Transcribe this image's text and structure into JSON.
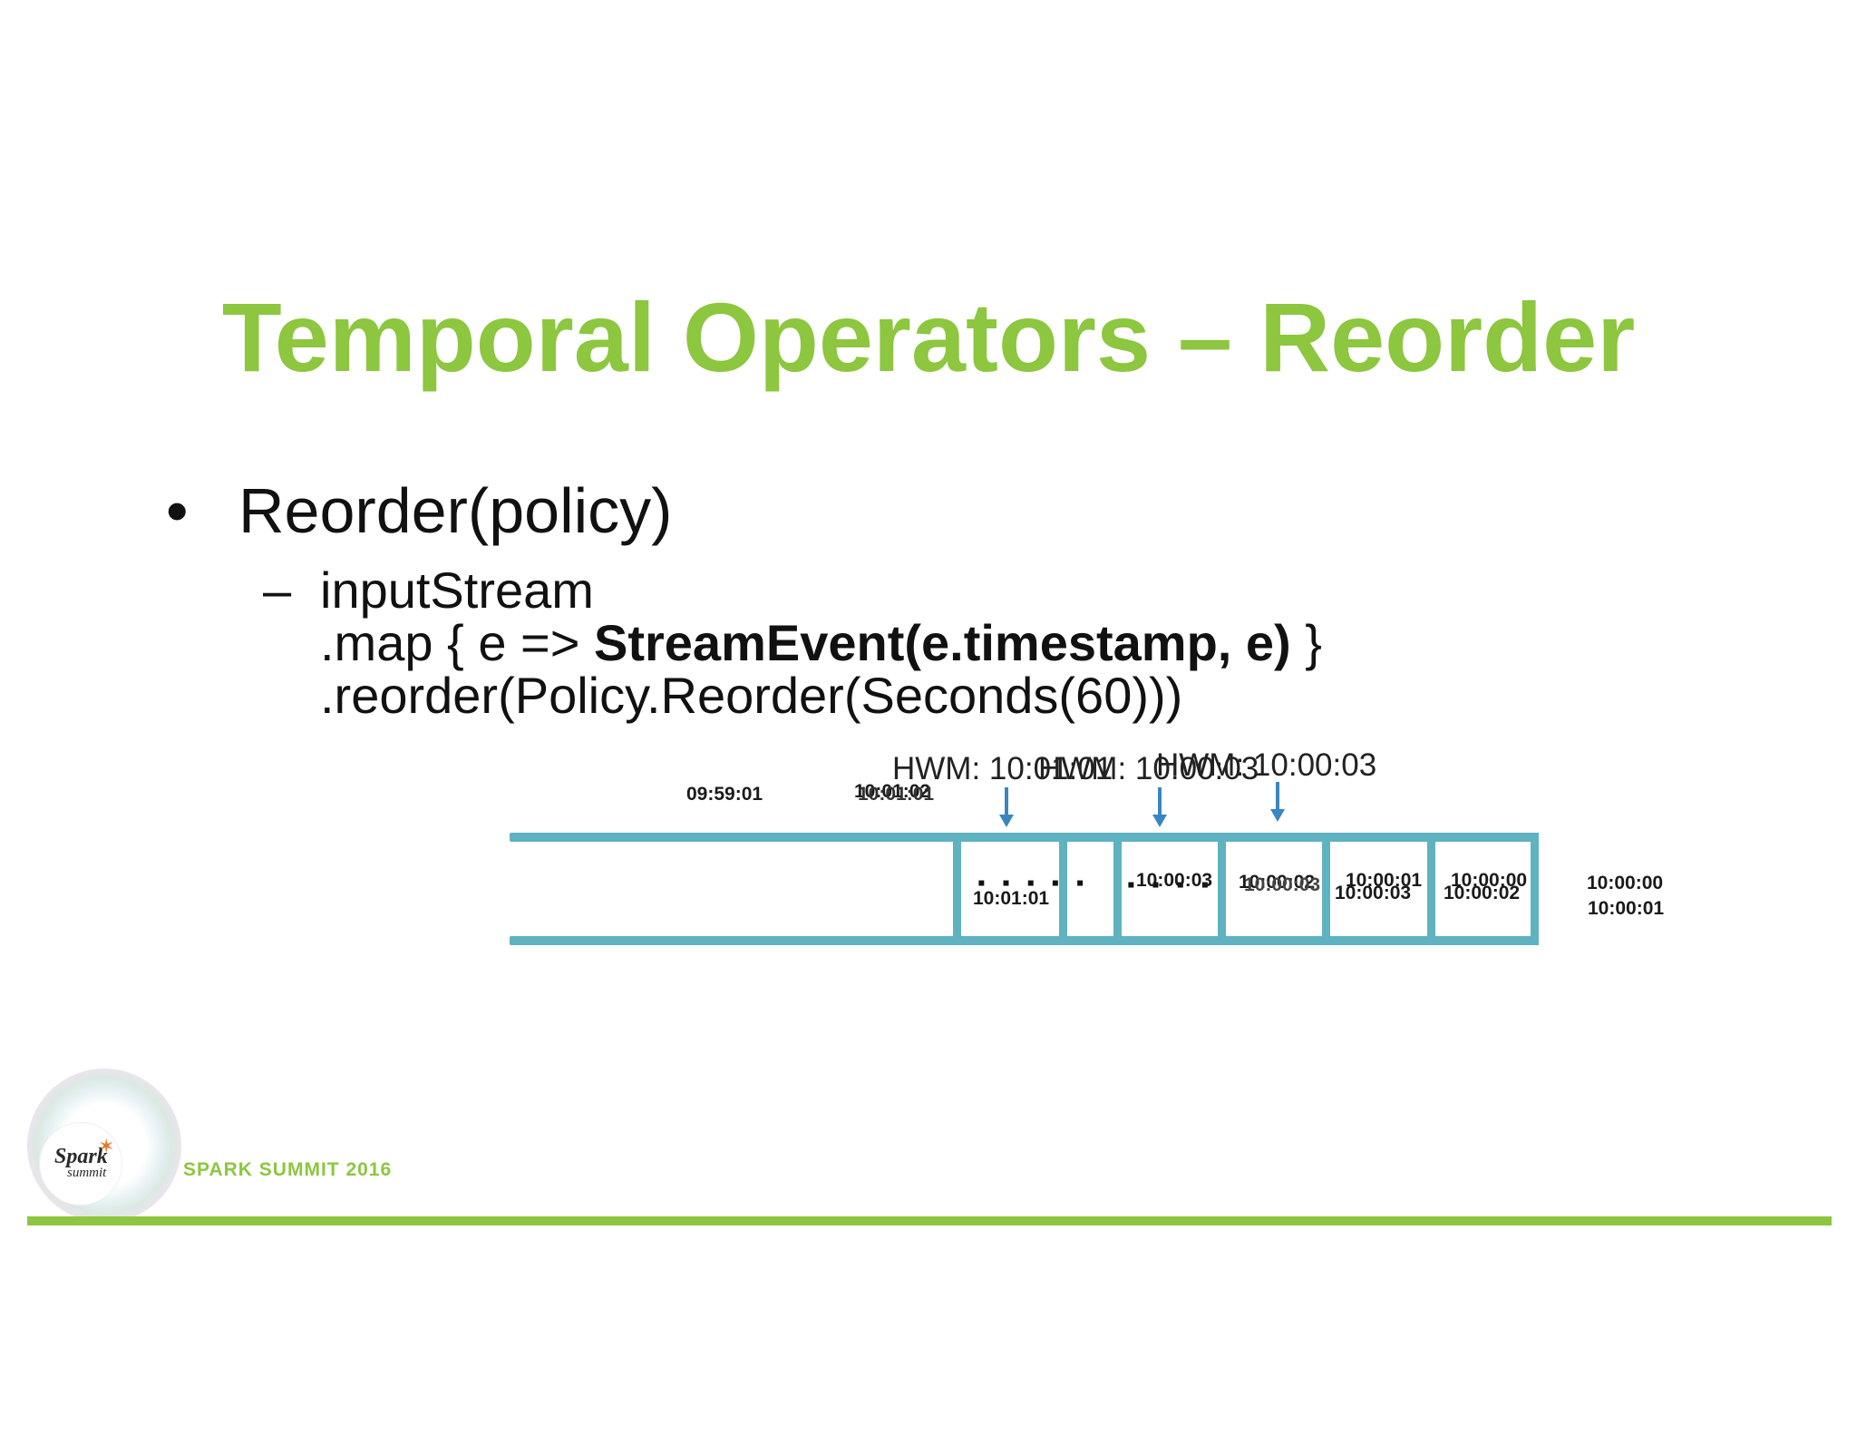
{
  "slide": {
    "title": "Temporal Operators – Reorder",
    "bullet_marker": "•",
    "bullet_text": "Reorder(policy)",
    "sub_dash": "–",
    "code": {
      "line1": "inputStream",
      "line2_prefix": ".map { e => ",
      "line2_bold": "StreamEvent(e.timestamp,  e)",
      "line2_suffix": " }",
      "line3": ".reorder(Policy.Reorder(Seconds(60)))"
    }
  },
  "diagram": {
    "hwm_labels": [
      "HWM: 10:01:01",
      "HWM: 10:00:03",
      "HWM: 10:00:03"
    ],
    "timestamps": {
      "left_a": "09:59:01",
      "left_b": "10:01:02",
      "left_b_overlap": "10:01:01",
      "slot1_bottom": "10:01:01",
      "slot3_top": "10:00:03",
      "slot4_top": "10:00:02",
      "slot4_top_overlap": "10:00:03",
      "slot5_top": "10:00:01",
      "slot5_bottom": "10:00:03",
      "slot6_top": "10:00:00",
      "slot6_bottom": "10:00:02",
      "out_top": "10:00:00",
      "out_bottom": "10:00:01"
    },
    "dots_slot1": "▪ ▪ ▪  ▪ ▪",
    "dots_slot3": "▪ ▪   ▪ ▪",
    "rail_color": "#5fb2bf",
    "arrow_color": "#3a86c0"
  },
  "footer": {
    "logo_word": "Spark",
    "logo_sub": "summit",
    "event": "SPARK SUMMIT 2016"
  },
  "colors": {
    "title": "#8dc63f",
    "footer_bar": "#8dc63f"
  }
}
